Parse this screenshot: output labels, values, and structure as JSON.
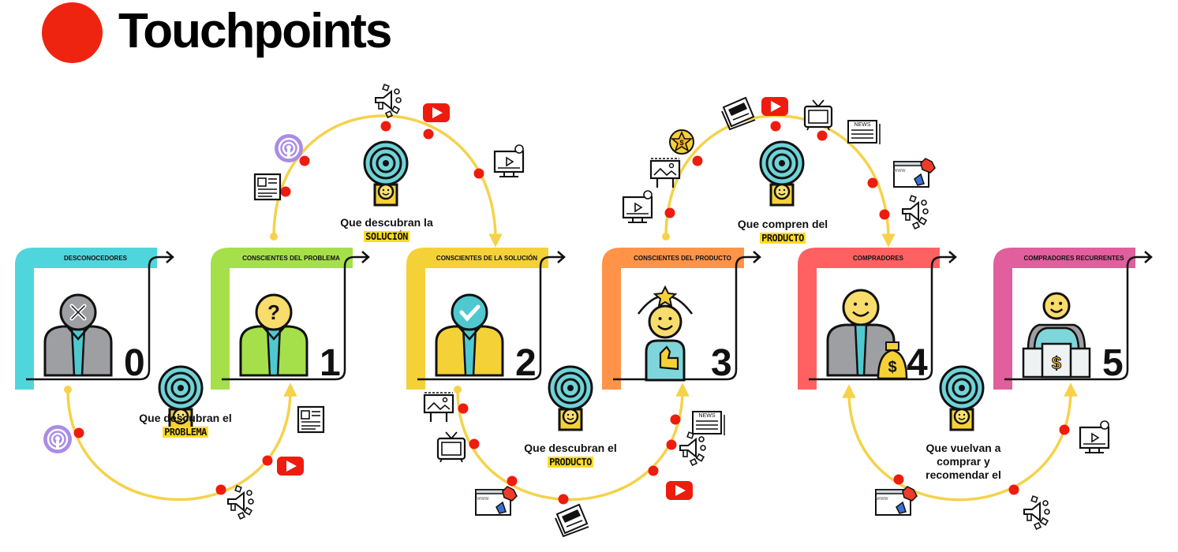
{
  "title": "Touchpoints",
  "accent_color": "#ee2410",
  "path_color": "#f5d24a",
  "touchpoint_dot_color": "#ee1c0e",
  "stages": [
    {
      "label": "DESCONOCEDORES",
      "number": "0",
      "color": "#4fd6dc",
      "icon": "unaware-person-icon"
    },
    {
      "label": "CONSCIENTES DEL PROBLEMA",
      "number": "1",
      "color": "#a5e04a",
      "icon": "question-person-icon"
    },
    {
      "label": "CONSCIENTES DE LA SOLUCIÓN",
      "number": "2",
      "color": "#f5d138",
      "icon": "check-person-icon"
    },
    {
      "label": "CONSCIENTES DEL PRODUCTO",
      "number": "3",
      "color": "#ff9348",
      "icon": "star-person-icon"
    },
    {
      "label": "COMPRADORES",
      "number": "4",
      "color": "#ff6163",
      "icon": "buyer-person-icon"
    },
    {
      "label": "COMPRADORES RECURRENTES",
      "number": "5",
      "color": "#e05f9c",
      "icon": "podium-person-icon"
    }
  ],
  "goals": [
    {
      "line1": "Que descubran el",
      "highlight": "PROBLEMA"
    },
    {
      "line1": "Que descubran la",
      "highlight": "SOLUCIÓN"
    },
    {
      "line1": "Que descubran el",
      "highlight": "PRODUCTO"
    },
    {
      "line1": "Que compren del",
      "highlight": "PRODUCTO"
    },
    {
      "line1": "Que vuelvan a",
      "line2": "comprar y",
      "line3": "recomendar el"
    }
  ],
  "channel_icons": [
    "podcast-icon",
    "youtube-icon",
    "social-media-icon",
    "newspaper-icon",
    "tv-icon",
    "news-icon",
    "web-ad-icon",
    "video-course-icon",
    "billboard-icon",
    "review-star-icon",
    "article-icon"
  ],
  "news_badge": "NEWS",
  "www_badge": "www"
}
